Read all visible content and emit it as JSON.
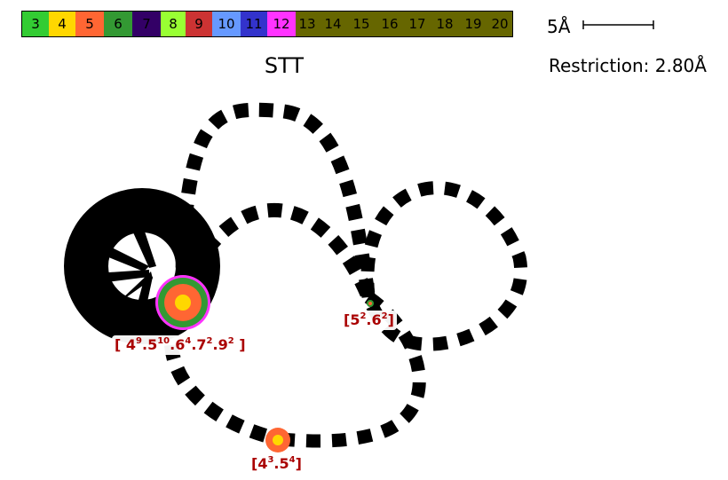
{
  "legend": {
    "rings": [
      {
        "label": "3",
        "color": "#33cc33",
        "width": 30
      },
      {
        "label": "4",
        "color": "#ffd700",
        "width": 30
      },
      {
        "label": "5",
        "color": "#ff6633",
        "width": 32
      },
      {
        "label": "6",
        "color": "#339933",
        "width": 32
      },
      {
        "label": "7",
        "color": "#330066",
        "width": 32
      },
      {
        "label": "8",
        "color": "#99ff33",
        "width": 28
      },
      {
        "label": "9",
        "color": "#cc3333",
        "width": 30
      },
      {
        "label": "10",
        "color": "#6699ff",
        "width": 32
      },
      {
        "label": "11",
        "color": "#3333cc",
        "width": 30
      },
      {
        "label": "12",
        "color": "#ff33ff",
        "width": 32
      },
      {
        "label": "13",
        "color": "#666600",
        "width": 26
      },
      {
        "label": "14",
        "color": "#666600",
        "width": 32
      },
      {
        "label": "15",
        "color": "#666600",
        "width": 32
      },
      {
        "label": "16",
        "color": "#666600",
        "width": 32
      },
      {
        "label": "17",
        "color": "#666600",
        "width": 30
      },
      {
        "label": "18",
        "color": "#666600",
        "width": 32
      },
      {
        "label": "19",
        "color": "#666600",
        "width": 32
      },
      {
        "label": "20",
        "color": "#666600",
        "width": 28
      }
    ]
  },
  "scale": {
    "text": "5Å"
  },
  "title": "STT",
  "restriction": "Restriction: 2.80Å",
  "vertices": [
    {
      "label_base": [
        "4",
        ".5",
        ".6",
        ".7",
        ".9"
      ],
      "label_exp": [
        "9",
        "10",
        "4",
        "2",
        "2"
      ],
      "ring_colors": [
        "#ff33ff",
        "#339933",
        "#ff6633",
        "#ffd700"
      ]
    },
    {
      "label_base": [
        "5",
        ".6"
      ],
      "label_exp": [
        "2",
        "2"
      ],
      "ring_colors": [
        "#339933",
        "#ff6633"
      ]
    },
    {
      "label_base": [
        "4",
        ".5"
      ],
      "label_exp": [
        "3",
        "4"
      ],
      "ring_colors": [
        "#ff6633",
        "#ffd700"
      ]
    }
  ]
}
